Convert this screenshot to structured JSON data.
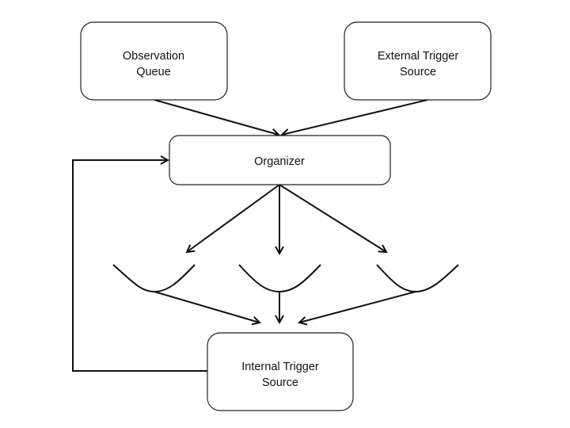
{
  "diagram": {
    "nodes": {
      "observation_queue": {
        "lines": [
          "Observation",
          "Queue"
        ]
      },
      "external_trigger_source": {
        "lines": [
          "External Trigger",
          "Source"
        ]
      },
      "organizer": {
        "lines": [
          "Organizer"
        ]
      },
      "internal_trigger_source": {
        "lines": [
          "Internal Trigger",
          "Source"
        ]
      }
    },
    "edges": [
      {
        "from": "observation_queue",
        "to": "organizer"
      },
      {
        "from": "external_trigger_source",
        "to": "organizer"
      },
      {
        "from": "organizer",
        "to": "branch-1"
      },
      {
        "from": "organizer",
        "to": "branch-2"
      },
      {
        "from": "organizer",
        "to": "branch-3"
      },
      {
        "from": "branch-1",
        "to": "internal_trigger_source"
      },
      {
        "from": "branch-2",
        "to": "internal_trigger_source"
      },
      {
        "from": "branch-3",
        "to": "internal_trigger_source"
      },
      {
        "from": "internal_trigger_source",
        "to": "organizer",
        "type": "feedback-loop"
      }
    ],
    "branches": [
      "branch-1",
      "branch-2",
      "branch-3"
    ]
  }
}
